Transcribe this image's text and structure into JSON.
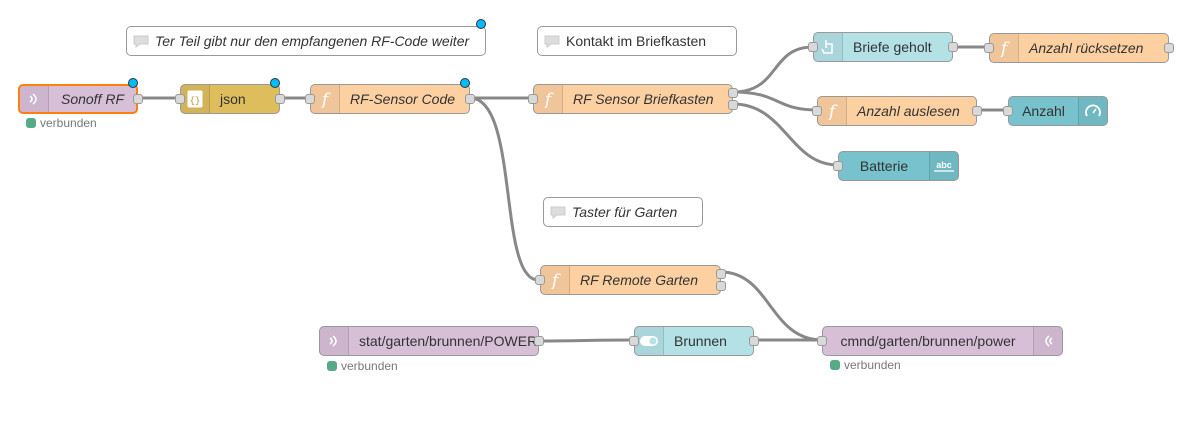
{
  "colors": {
    "mqtt": "#d8bfd8",
    "json": "#debd5c",
    "function": "#fdd0a2",
    "dashboard": "#b4e1e6",
    "dashboard_out": "#77c2cc",
    "comment_bg": "#ffffff",
    "wire": "#888888",
    "changed_dot": "#00bcff",
    "status_green": "#5a8"
  },
  "comments": {
    "c1": "Ter Teil gibt nur den empfangenen RF-Code weiter",
    "c2": "Kontakt im Briefkasten",
    "c3": "Taster für Garten"
  },
  "nodes": {
    "sonoff": "Sonoff RF",
    "json": "json",
    "rfsensor": "RF-Sensor Code",
    "briefkasten": "RF Sensor Briefkasten",
    "briefe": "Briefe geholt",
    "ruecksetzen": "Anzahl rücksetzen",
    "auslesen": "Anzahl auslesen",
    "anzahl": "Anzahl",
    "batterie": "Batterie",
    "remote": "RF Remote Garten",
    "stat": "stat/garten/brunnen/POWER",
    "brunnen": "Brunnen",
    "cmnd": "cmnd/garten/brunnen/power"
  },
  "status": {
    "s1": "verbunden",
    "s2": "verbunden",
    "s3": "verbunden"
  },
  "icons": {
    "comment": "comment-icon",
    "mqtt": "wifi-signal-icon",
    "json": "json-braces-icon",
    "function": "function-icon",
    "button": "hand-pointer-icon",
    "gauge": "gauge-icon",
    "text": "abc-text-icon",
    "switch": "toggle-switch-icon"
  }
}
